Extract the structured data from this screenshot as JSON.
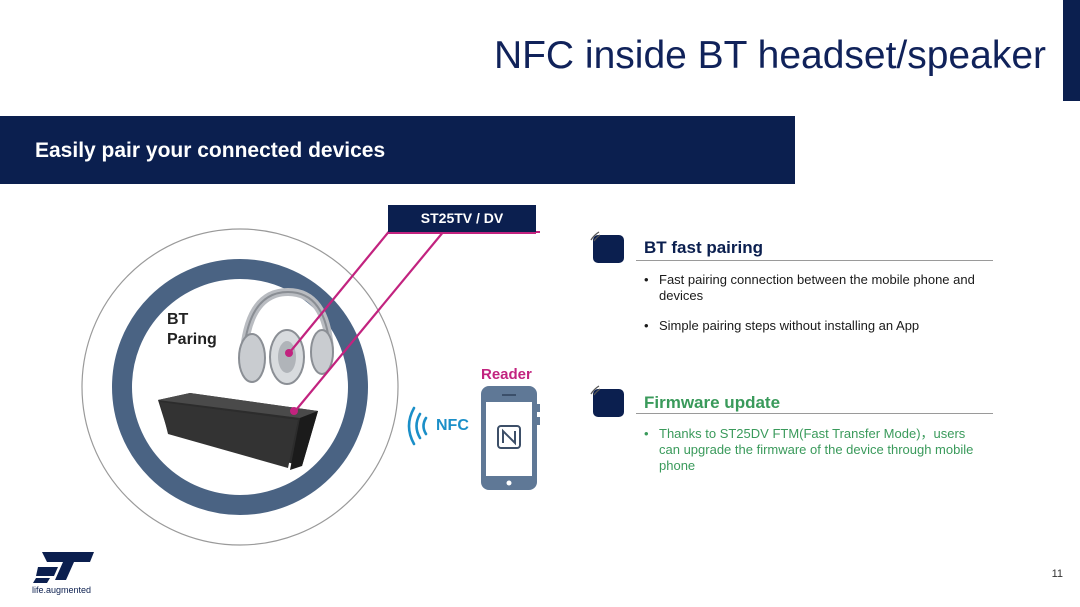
{
  "slide": {
    "title": "NFC inside BT headset/speaker",
    "banner": "Easily pair your connected devices",
    "page_number": "11"
  },
  "diagram": {
    "chip_label": "ST25TV / DV",
    "bt_paring_line1": "BT",
    "bt_paring_line2": "Paring",
    "reader_label": "Reader",
    "nfc_label": "NFC",
    "colors": {
      "navy": "#0b1f4f",
      "magenta": "#c2237f",
      "ring": "#4a6383",
      "nfc_blue": "#1b8fc8"
    }
  },
  "sections": [
    {
      "title": "BT fast pairing",
      "title_color": "#0b1f4f",
      "bullets": [
        "Fast pairing connection between the mobile phone and devices",
        "Simple pairing steps without installing an App"
      ]
    },
    {
      "title": "Firmware update",
      "title_color": "#3a9a5b",
      "bullets": [
        "Thanks to ST25DV FTM(Fast Transfer Mode)，users can upgrade the firmware of the device through  mobile phone"
      ]
    }
  ],
  "logo": {
    "tagline": "life.augmented"
  }
}
